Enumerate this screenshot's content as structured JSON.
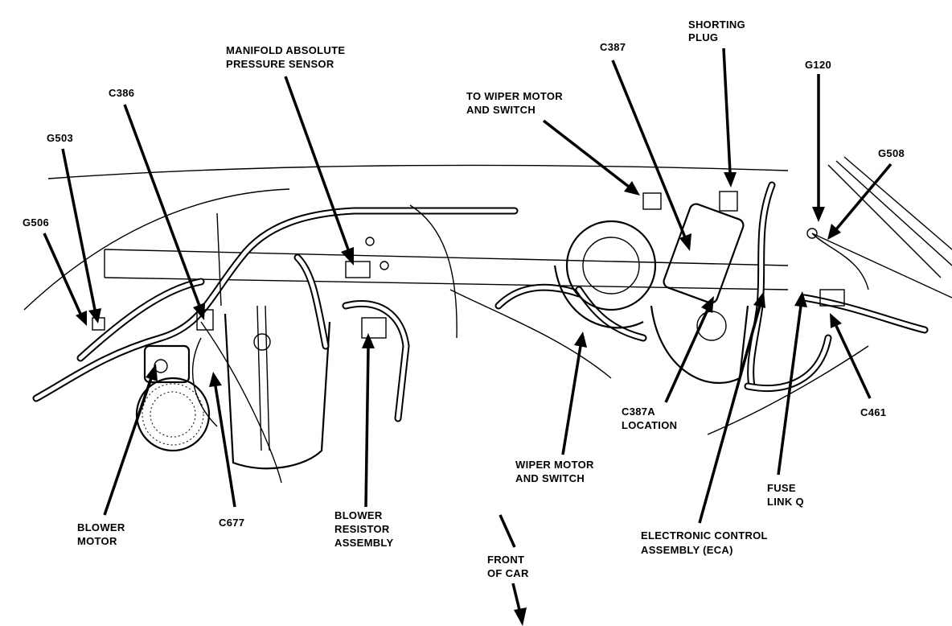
{
  "labels": {
    "manifold_absolute_pressure_sensor": [
      "MANIFOLD ABSOLUTE",
      "PRESSURE SENSOR"
    ],
    "c386": "C386",
    "g503": "G503",
    "g506": "G506",
    "blower_motor": [
      "BLOWER",
      "MOTOR"
    ],
    "c677": "C677",
    "blower_resistor_assembly": [
      "BLOWER",
      "RESISTOR",
      "ASSEMBLY"
    ],
    "to_wiper_motor_and_switch": [
      "TO WIPER MOTOR",
      "AND SWITCH"
    ],
    "c387": "C387",
    "shorting_plug": [
      "SHORTING",
      "PLUG"
    ],
    "g120": "G120",
    "g508": "G508",
    "c387a_location": [
      "C387A",
      "LOCATION"
    ],
    "wiper_motor_and_switch": [
      "WIPER MOTOR",
      "AND SWITCH"
    ],
    "c461": "C461",
    "fuse_link_q": [
      "FUSE",
      "LINK Q"
    ],
    "electronic_control_assembly": [
      "ELECTRONIC CONTROL",
      "ASSEMBLY (ECA)"
    ],
    "front_of_car": [
      "FRONT",
      "OF CAR"
    ]
  },
  "colors": {
    "ink": "#000000",
    "paper": "#ffffff"
  }
}
